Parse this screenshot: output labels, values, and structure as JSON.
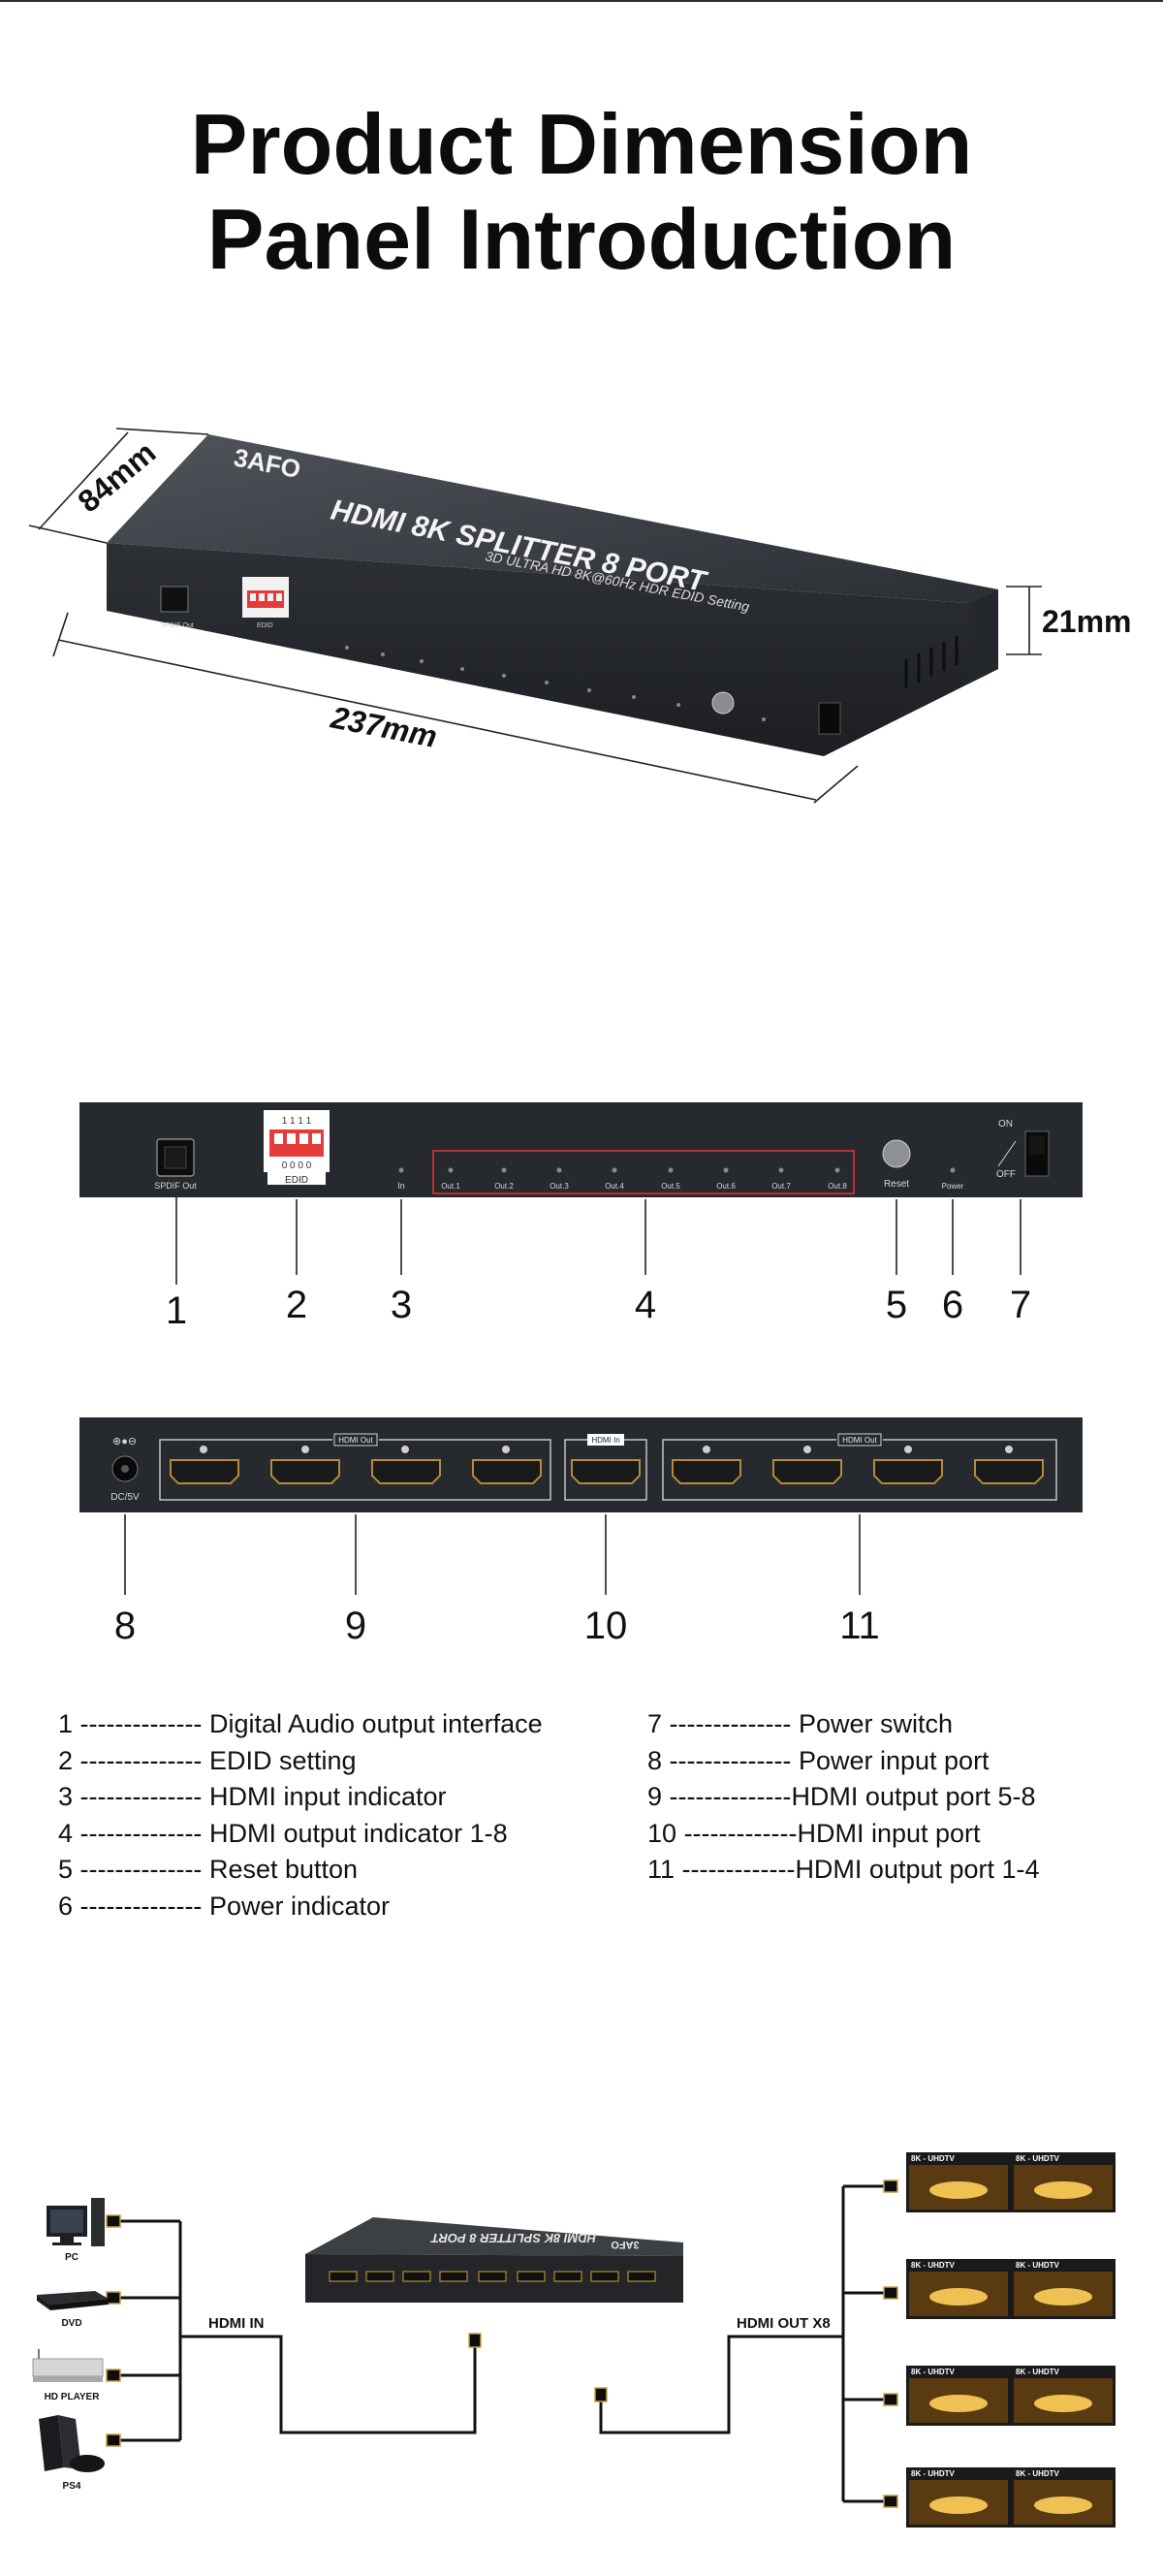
{
  "page": {
    "title_line1": "Product Dimension",
    "title_line2": "Panel Introduction"
  },
  "dimensions": {
    "depth": "84mm",
    "height": "21mm",
    "width": "237mm"
  },
  "device": {
    "brand": "3AFO",
    "model_title": "HDMI 8K SPLITTER 8 PORT",
    "model_subtitle": "3D ULTRA HD 8K@60Hz HDR EDID Setting",
    "spdif_label": "SPDIF Out",
    "edid_label": "EDID",
    "in_label": "In",
    "reset_label": "Reset",
    "power_label": "Power",
    "switch_on": "ON",
    "switch_off": "OFF",
    "dc_label": "DC/5V",
    "out_labels": [
      "Out.1",
      "Out.2",
      "Out.3",
      "Out.4",
      "Out.5",
      "Out.6",
      "Out.7",
      "Out.8"
    ],
    "rear_out_label": "HDMI Out",
    "rear_in_label": "HDMI In"
  },
  "callouts": {
    "front": [
      "1",
      "2",
      "3",
      "4",
      "5",
      "6",
      "7"
    ],
    "rear": [
      "8",
      "9",
      "10",
      "11"
    ]
  },
  "legend": {
    "left": [
      {
        "num": "1",
        "dash": "--------------",
        "text": "Digital Audio output interface"
      },
      {
        "num": "2",
        "dash": "--------------",
        "text": "EDID setting"
      },
      {
        "num": "3",
        "dash": "--------------",
        "text": "HDMI input indicator"
      },
      {
        "num": "4",
        "dash": "--------------",
        "text": "HDMI output indicator 1-8"
      },
      {
        "num": "5",
        "dash": "--------------",
        "text": "Reset button"
      },
      {
        "num": "6",
        "dash": "--------------",
        "text": "Power indicator"
      }
    ],
    "right": [
      {
        "num": "7",
        "dash": "--------------",
        "text": "Power switch"
      },
      {
        "num": "8",
        "dash": "--------------",
        "text": "Power input port"
      },
      {
        "num": "9",
        "dash": "--------------",
        "text": "HDMI output port 5-8"
      },
      {
        "num": "10",
        "dash": "-------------",
        "text": "HDMI input port"
      },
      {
        "num": "11",
        "dash": "-------------",
        "text": "HDMI output port 1-4"
      }
    ]
  },
  "connection": {
    "hdmi_in_label": "HDMI IN",
    "hdmi_out_label": "HDMI OUT X8",
    "sources": [
      "PC",
      "DVD",
      "HD PLAYER",
      "PS4"
    ],
    "tv_label": "8K - UHDTV"
  }
}
